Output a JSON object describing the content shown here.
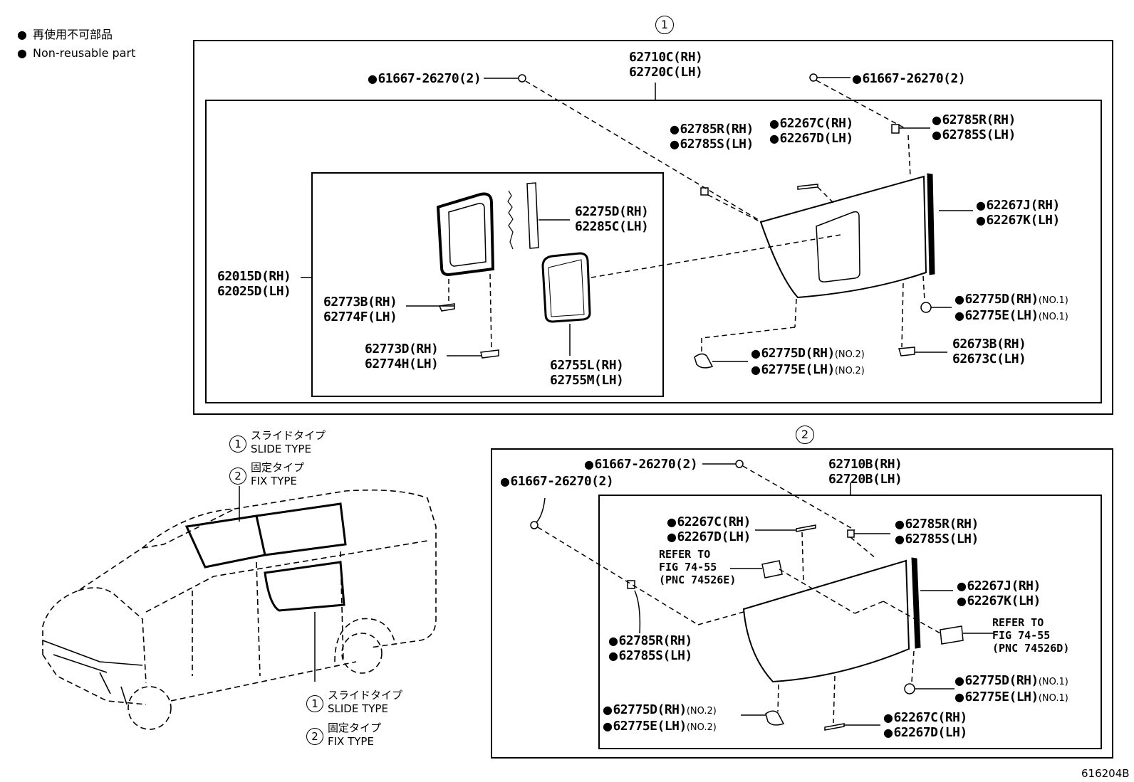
{
  "legend": {
    "jp": "再使用不可部品",
    "en": "Non-reusable part"
  },
  "groups": {
    "one": "1",
    "two": "2"
  },
  "types": {
    "slide_jp": "スライドタイプ",
    "slide_en": "SLIDE TYPE",
    "fix_jp": "固定タイプ",
    "fix_en": "FIX TYPE"
  },
  "panel1": {
    "assy_rh": "62710C(RH)",
    "assy_lh": "62720C(LH)",
    "clip_left": "61667-26270(2)",
    "clip_right": "61667-26270(2)",
    "p_785r_a": "62785R(RH)",
    "p_785s_a": "62785S(LH)",
    "p_267c": "62267C(RH)",
    "p_267d": "62267D(LH)",
    "p_785r_b": "62785R(RH)",
    "p_785s_b": "62785S(LH)",
    "p_267j": "62267J(RH)",
    "p_267k": "62267K(LH)",
    "p_775d_1": "62775D(RH)",
    "p_775e_1": "62775E(LH)",
    "p_775d_2": "62775D(RH)",
    "p_775e_2": "62775E(LH)",
    "p_673b": "62673B(RH)",
    "p_673c": "62673C(LH)",
    "sub_rh": "62015D(RH)",
    "sub_lh": "62025D(LH)",
    "p_275d": "62275D(RH)",
    "p_285c": "62285C(LH)",
    "p_773b": "62773B(RH)",
    "p_774f": "62774F(LH)",
    "p_773d": "62773D(RH)",
    "p_774h": "62774H(LH)",
    "p_755l": "62755L(RH)",
    "p_755m": "62755M(LH)",
    "no1": "(NO.1)",
    "no2": "(NO.2)"
  },
  "panel2": {
    "assy_rh": "62710B(RH)",
    "assy_lh": "62720B(LH)",
    "clip_top": "61667-26270(2)",
    "clip_left": "61667-26270(2)",
    "p_267c_a": "62267C(RH)",
    "p_267d_a": "62267D(LH)",
    "refer_a_1": "REFER TO",
    "refer_a_2": "FIG 74-55",
    "refer_a_3": "(PNC 74526E)",
    "p_785r_a": "62785R(RH)",
    "p_785s_a": "62785S(LH)",
    "p_785r_b": "62785R(RH)",
    "p_785s_b": "62785S(LH)",
    "p_267j": "62267J(RH)",
    "p_267k": "62267K(LH)",
    "refer_b_1": "REFER TO",
    "refer_b_2": "FIG 74-55",
    "refer_b_3": "(PNC 74526D)",
    "p_775d_1": "62775D(RH)",
    "p_775e_1": "62775E(LH)",
    "p_775d_2": "62775D(RH)",
    "p_775e_2": "62775E(LH)",
    "p_267c_b": "62267C(RH)",
    "p_267d_b": "62267D(LH)",
    "no1": "(NO.1)",
    "no2": "(NO.2)"
  },
  "figure_code": "616204B"
}
